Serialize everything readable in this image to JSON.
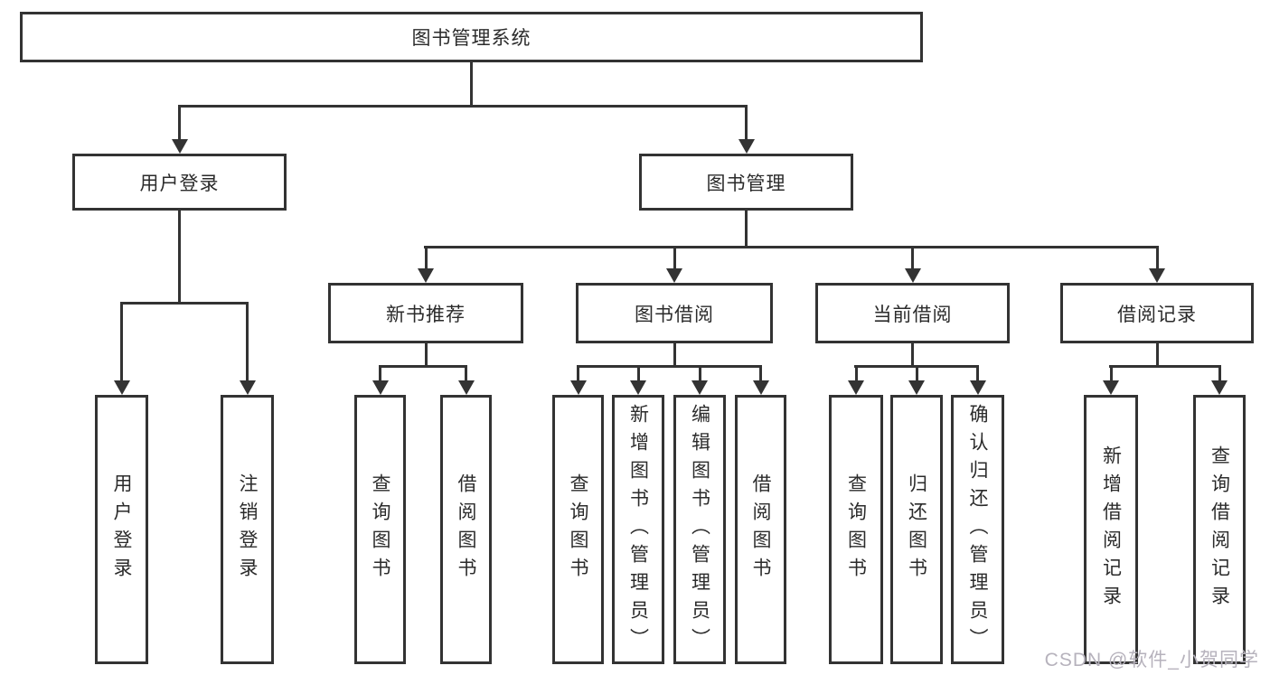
{
  "diagram": {
    "root": {
      "label": "图书管理系统"
    },
    "level2": [
      {
        "label": "用户登录"
      },
      {
        "label": "图书管理"
      }
    ],
    "level3": [
      {
        "label": "新书推荐"
      },
      {
        "label": "图书借阅"
      },
      {
        "label": "当前借阅"
      },
      {
        "label": "借阅记录"
      }
    ],
    "leaves": {
      "user_login": [
        "用户登录",
        "注销登录"
      ],
      "new_book_recommend": [
        "查询图书",
        "借阅图书"
      ],
      "book_borrow": [
        "查询图书",
        "新增图书（管理员）",
        "编辑图书（管理员）",
        "借阅图书"
      ],
      "current_borrow": [
        "查询图书",
        "归还图书",
        "确认归还（管理员）"
      ],
      "borrow_records": [
        "新增借阅记录",
        "查询借阅记录"
      ]
    }
  },
  "watermark": {
    "text": "CSDN @软件_小贺同学",
    "color": "#b6b2bc"
  },
  "colors": {
    "line": "#333333",
    "box_border": "#333333",
    "box_background": "#ffffff",
    "text": "#2b2b2b",
    "page_background": "#ffffff"
  }
}
